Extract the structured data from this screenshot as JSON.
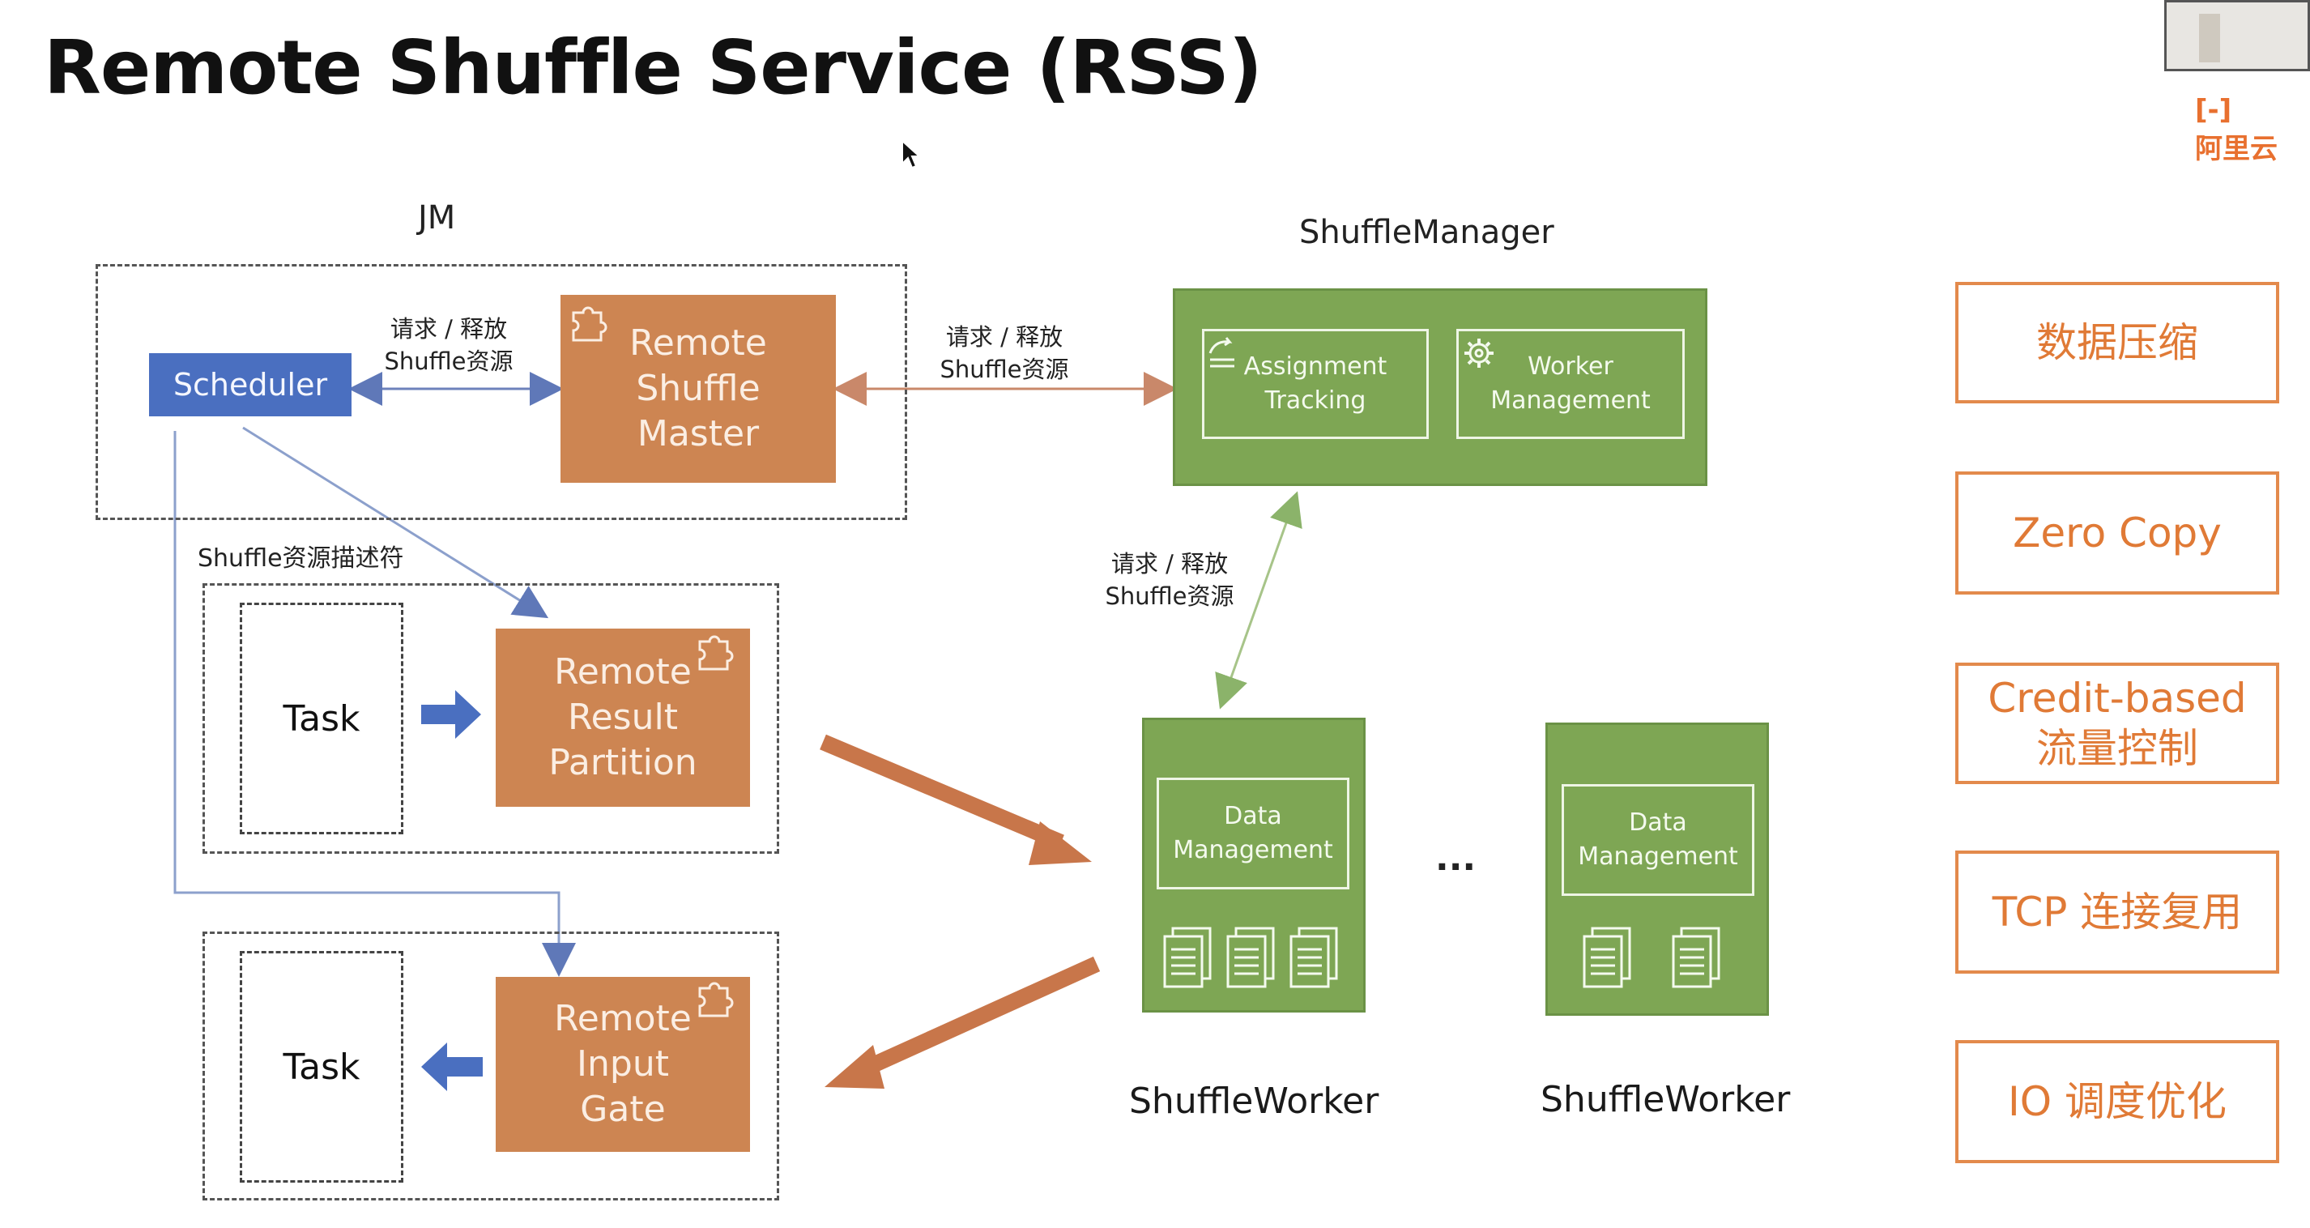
{
  "title": "Remote Shuffle Service (RSS)",
  "logo": {
    "text": "阿里云",
    "mark": "[-]",
    "subtitle": ""
  },
  "jm": {
    "label": "JM",
    "scheduler": "Scheduler",
    "master_lines": [
      "Remote",
      "Shuffle",
      "Master"
    ],
    "req_line1": "请求 / 释放",
    "req_line2": "Shuffle资源"
  },
  "descriptor_label": "Shuffle资源描述符",
  "middle_req": {
    "line1": "请求 / 释放",
    "line2": "Shuffle资源"
  },
  "worker_req": {
    "line1": "请求 / 释放",
    "line2": "Shuffle资源"
  },
  "task_top": {
    "task": "Task",
    "partition_lines": [
      "Remote",
      "Result",
      "Partition"
    ]
  },
  "task_bottom": {
    "task": "Task",
    "gate_lines": [
      "Remote",
      "Input",
      "Gate"
    ]
  },
  "shuffle_manager": {
    "label": "ShuffleManager",
    "assignment_lines": [
      "Assignment",
      "Tracking"
    ],
    "worker_lines": [
      "Worker",
      "Management"
    ]
  },
  "workers": [
    {
      "data_lines": [
        "Data",
        "Management"
      ],
      "label": "ShuffleWorker"
    },
    {
      "data_lines": [
        "Data",
        "Management"
      ],
      "label": "ShuffleWorker"
    }
  ],
  "ellipsis": "...",
  "features": [
    "数据压缩",
    "Zero Copy",
    "Credit-based\n流量控制",
    "TCP 连接复用",
    "IO 调度优化"
  ],
  "colors": {
    "orange": "#cd8552",
    "green": "#7ea654",
    "blue": "#4a6fc0",
    "feature_border": "#e38a4c",
    "feature_text": "#e07a36"
  },
  "icons": [
    "puzzle-icon",
    "assignment-tracking-icon",
    "gear-icon",
    "document-icon",
    "mouse-cursor-icon"
  ]
}
